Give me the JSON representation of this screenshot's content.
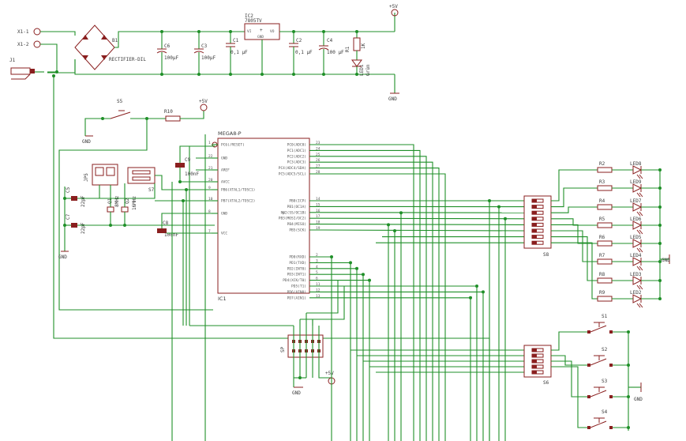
{
  "power": {
    "gnd": "GND",
    "vcc": "+5V"
  },
  "connectors": {
    "x1_1": "X1-1",
    "x1_2": "X1-2",
    "j1": "J1"
  },
  "rectifier": {
    "name": "B1",
    "value": "RECTIFIER-DIL"
  },
  "regulator": {
    "name": "IC2",
    "value": "7805TV",
    "pin_in": "VI",
    "pin_out": "VO",
    "pin_gnd": "GND"
  },
  "capacitors": {
    "c1": {
      "name": "C1",
      "value": "0,1 µF"
    },
    "c2": {
      "name": "C2",
      "value": "0,1 µF"
    },
    "c3": {
      "name": "C3",
      "value": "100µF"
    },
    "c4": {
      "name": "C4",
      "value": "100 µF"
    },
    "c6": {
      "name": "C6",
      "value": "100µF"
    },
    "c5": {
      "name": "C5",
      "value": "22pF"
    },
    "c7": {
      "name": "C7",
      "value": "22pF"
    },
    "c8": {
      "name": "C8",
      "value": "100nF"
    },
    "c9": {
      "name": "C9",
      "value": "100nF"
    }
  },
  "power_led": {
    "resistor": "R1",
    "resistor_value": "1K",
    "led": "LED1",
    "led_value": "Grün"
  },
  "reset": {
    "switch": "S5",
    "resistor": "R10"
  },
  "mcu": {
    "name": "IC1",
    "value": "MEGA8-P",
    "left_pins": [
      "PC6(/RESET)",
      "GND",
      "AREF",
      "AVCC",
      "PB6(XTAL1/TOSC1)",
      "PB7(XTAL2/TOSC2)",
      "GND",
      "VCC"
    ],
    "left_nums": [
      "1",
      "22",
      "21",
      "20",
      "9",
      "10",
      "8",
      "7"
    ],
    "right_pins": [
      "PC0(ADC0)",
      "PC1(ADC1)",
      "PC2(ADC2)",
      "PC3(ADC3)",
      "PC4(ADC4/SDA)",
      "PC5(ADC5/SCL)",
      "PB0(ICP)",
      "PB1(OC1A)",
      "PB2(SS/OC1B)",
      "PB3(MOSI/OC2)",
      "PB4(MISO)",
      "PB5(SCK)",
      "PD0(RXD)",
      "PD1(TXD)",
      "PD2(INT0)",
      "PD3(INT1)",
      "PD4(XCK/T0)",
      "PD5(T1)",
      "PD6(AIN0)",
      "PD7(AIN1)"
    ],
    "right_nums": [
      "23",
      "24",
      "25",
      "26",
      "27",
      "28",
      "14",
      "15",
      "16",
      "17",
      "18",
      "19",
      "2",
      "3",
      "4",
      "5",
      "6",
      "11",
      "12",
      "13"
    ]
  },
  "crystals": {
    "q1": {
      "name": "Q1",
      "value": "8MHz"
    },
    "q2": {
      "name": "Q2",
      "value": "16MHz"
    },
    "jumper": "JP5",
    "switch": "S7"
  },
  "isp": {
    "name": "SP"
  },
  "dip_switches": {
    "s8": "S8",
    "s6": "S6"
  },
  "led_bar": {
    "resistors": [
      "R2",
      "R3",
      "R4",
      "R5",
      "R6",
      "R7",
      "R8",
      "R9"
    ],
    "leds": [
      "LED8",
      "LED9",
      "LED7",
      "LED6",
      "LED5",
      "LED4",
      "LED3",
      "LED2"
    ]
  },
  "buttons": [
    "S1",
    "S2",
    "S3",
    "S4"
  ]
}
